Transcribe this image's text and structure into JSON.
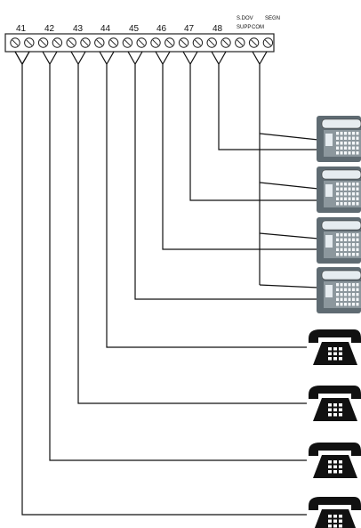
{
  "terminal_block": {
    "ports": [
      "41",
      "42",
      "43",
      "44",
      "45",
      "46",
      "47",
      "48"
    ],
    "extra_labels": [
      "S.DOV",
      "SUPP",
      "COM",
      "SEGN"
    ]
  },
  "devices": {
    "system_phones": [
      "system-phone",
      "system-phone",
      "system-phone",
      "system-phone"
    ],
    "analog_phones": [
      "analog-phone",
      "analog-phone",
      "analog-phone",
      "analog-phone"
    ]
  },
  "colors": {
    "line": "#111111",
    "phone_body": "#5f6b72",
    "phone_light": "#e6ecf0"
  }
}
